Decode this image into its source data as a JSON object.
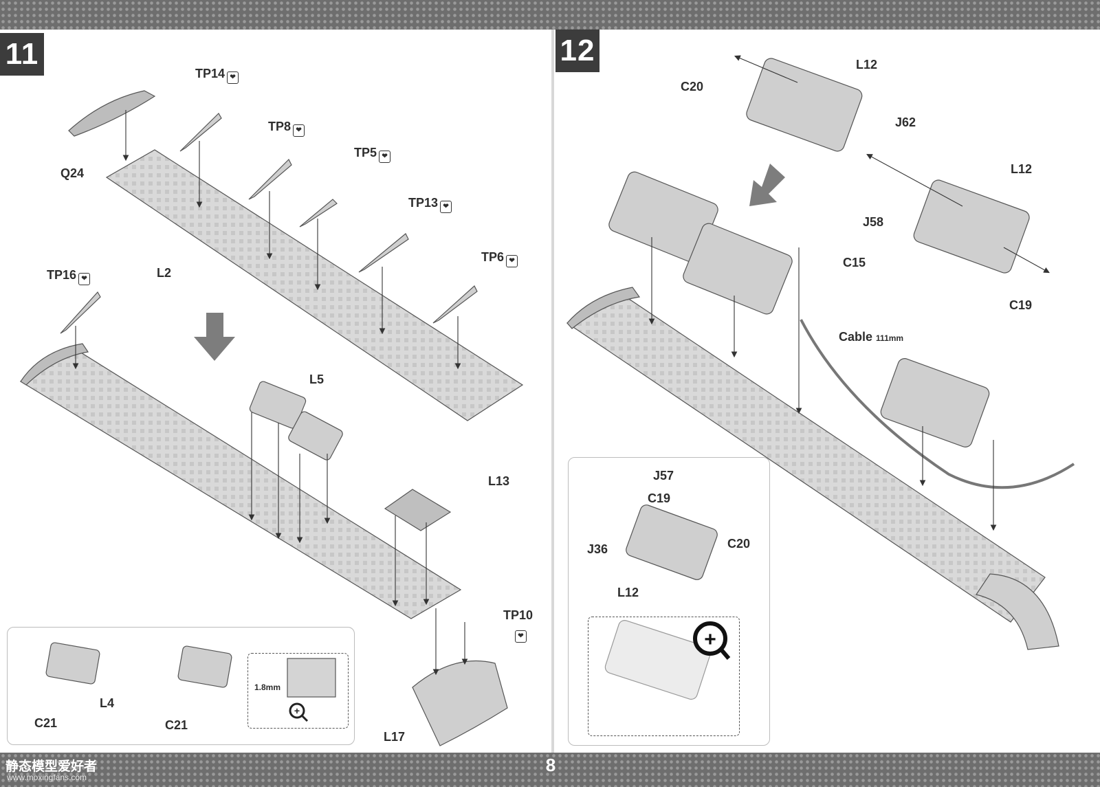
{
  "page_number": "8",
  "watermark": {
    "brand": "静态模型爱好者",
    "url": "www.moxingfans.com"
  },
  "steps": [
    {
      "number": "11",
      "labels": {
        "q24": "Q24",
        "tp14": "TP14",
        "tp8": "TP8",
        "tp5": "TP5",
        "tp13": "TP13",
        "tp6": "TP6",
        "tp16": "TP16",
        "l2": "L2",
        "l5": "L5",
        "l13": "L13",
        "tp10": "TP10",
        "l17": "L17",
        "l4": "L4",
        "c21a": "C21",
        "c21b": "C21",
        "dimension": "1.8mm"
      }
    },
    {
      "number": "12",
      "labels": {
        "c20": "C20",
        "l12a": "L12",
        "j62": "J62",
        "l12b": "L12",
        "j58": "J58",
        "c15": "C15",
        "c19": "C19",
        "cable": "Cable",
        "cable_len": "111mm",
        "j57": "J57",
        "c19b": "C19",
        "j36": "J36",
        "c20b": "C20",
        "l12c": "L12"
      }
    }
  ],
  "icons": {
    "cut_mark": "broken-heart-icon",
    "zoom": "magnifier-plus-icon",
    "direction": "direction-arrow-icon"
  },
  "colors": {
    "band": "#6e6e6e",
    "part": "#d6d6d6",
    "part_dark": "#9a9a9a",
    "ink": "#2e2e2e"
  }
}
